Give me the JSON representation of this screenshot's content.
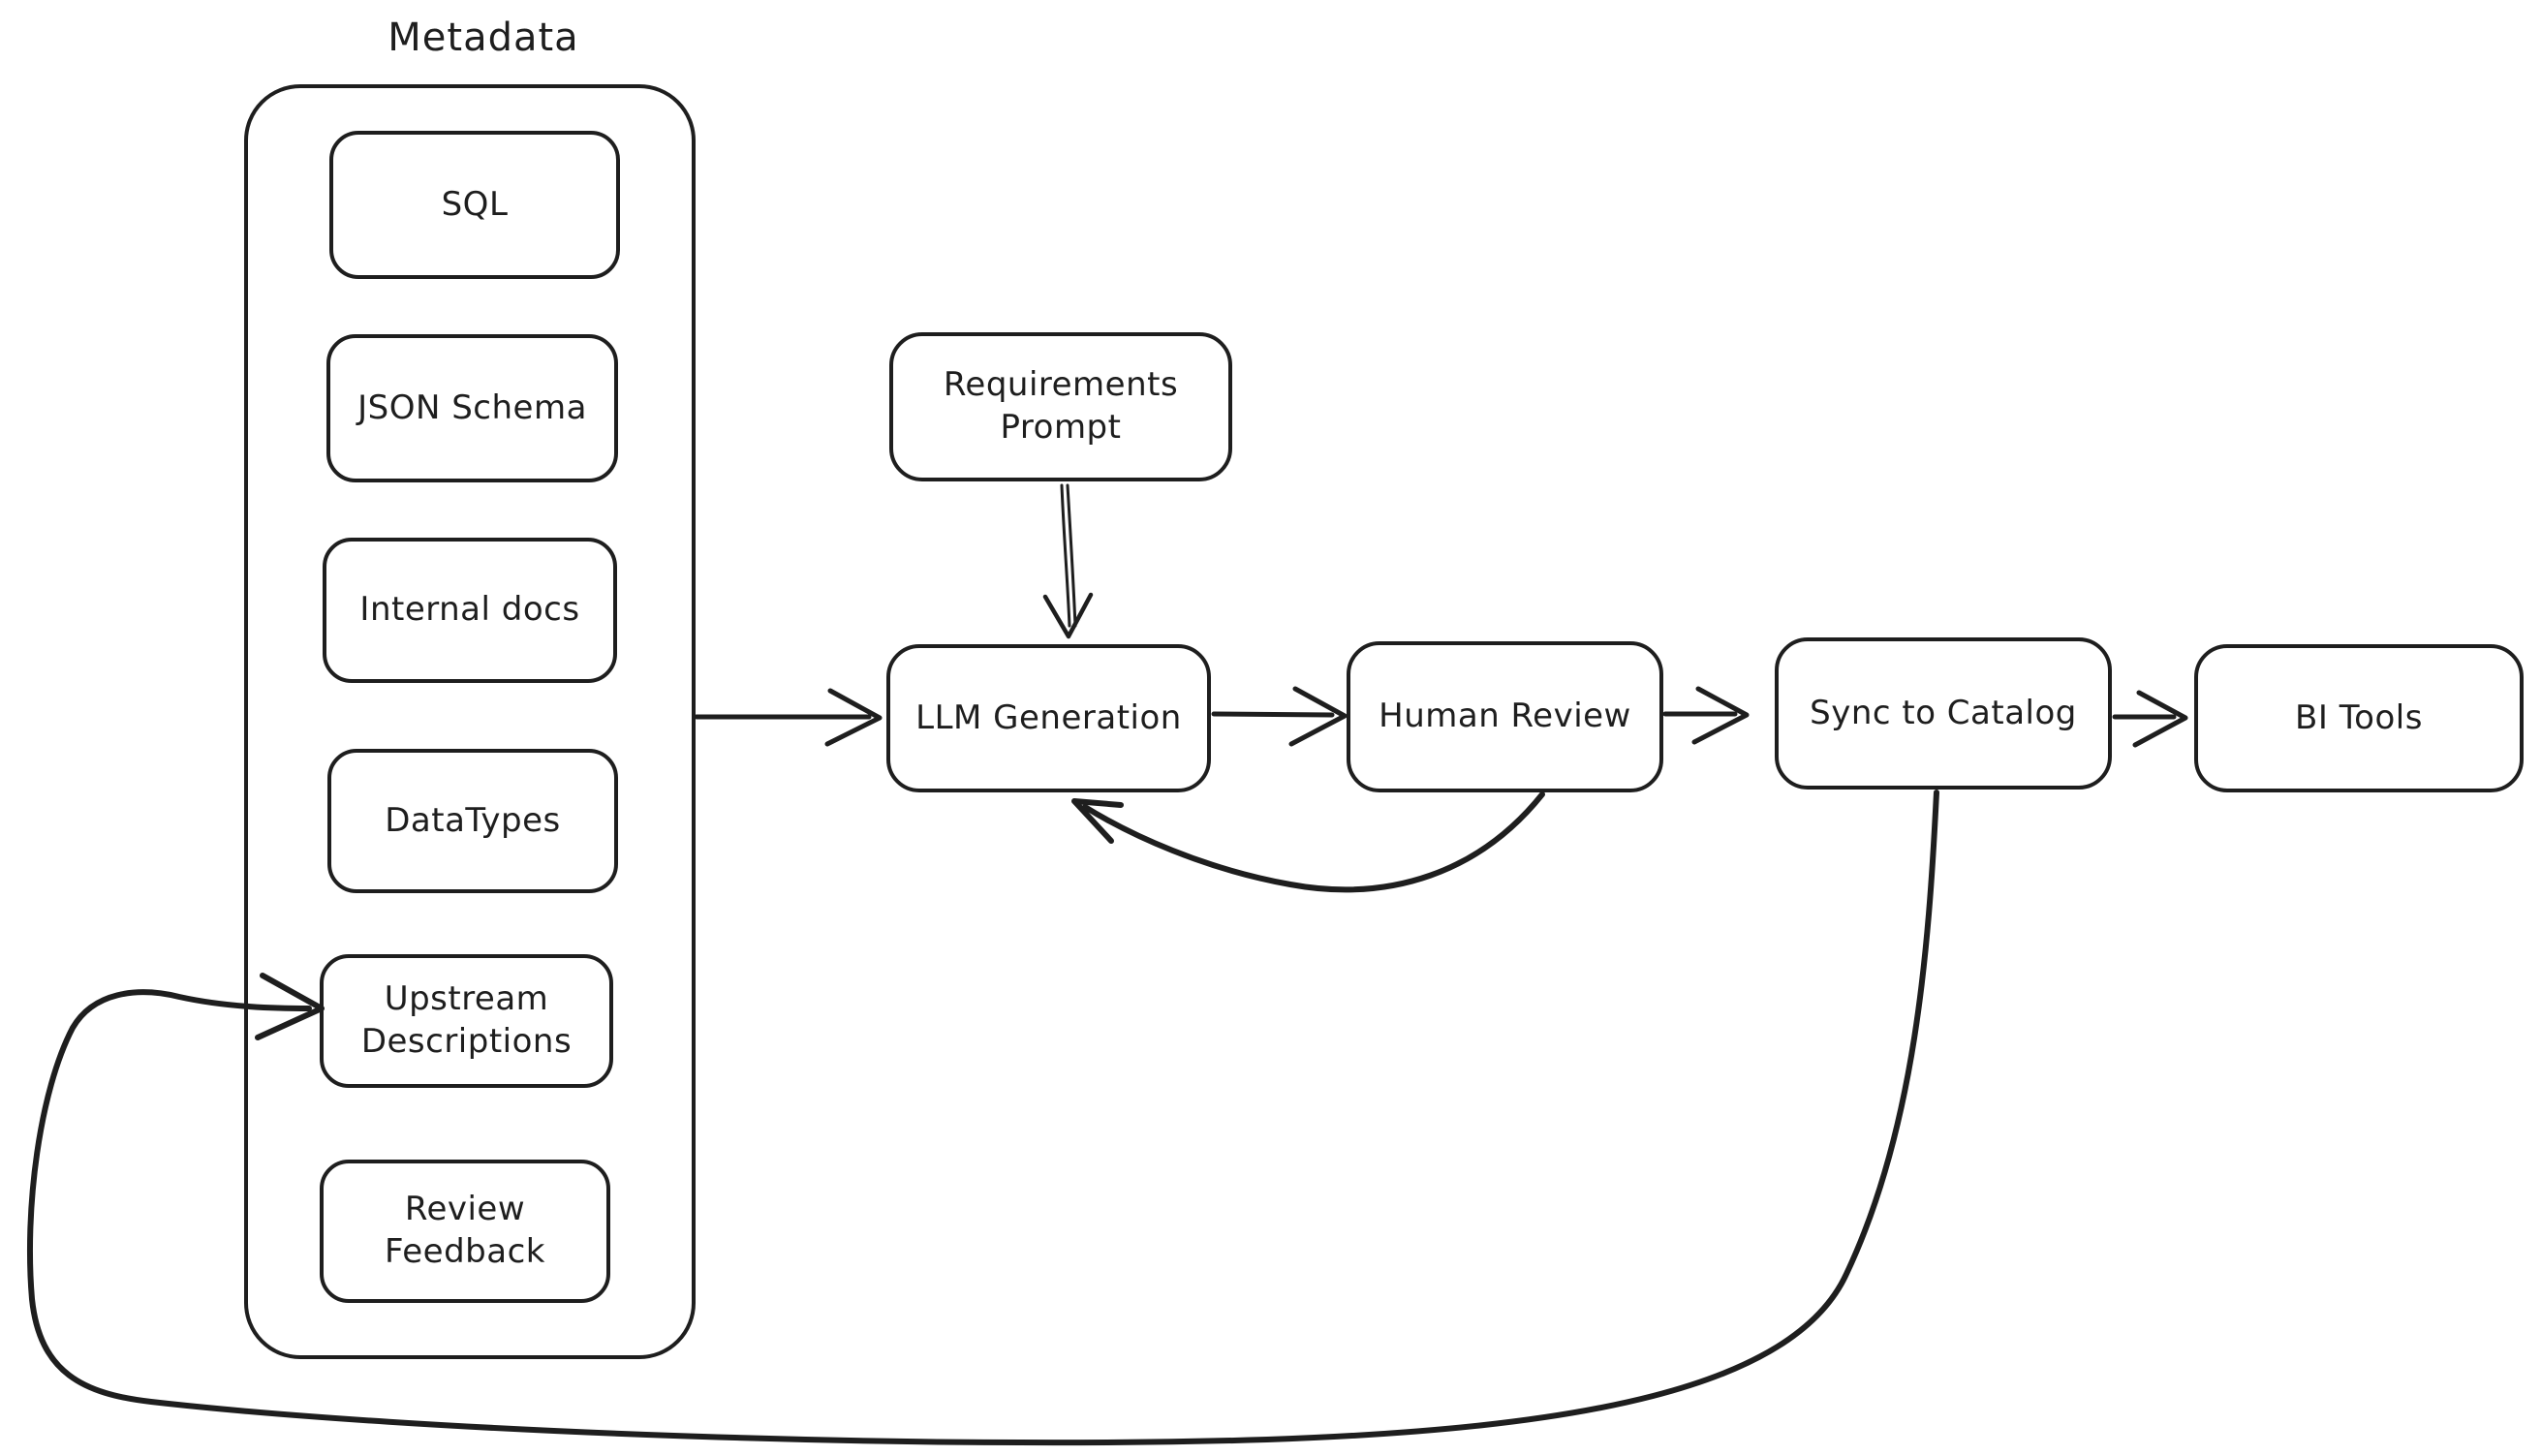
{
  "diagram": {
    "type": "flowchart",
    "style": "hand-drawn-sketch",
    "colors": {
      "stroke": "#1e1e1e",
      "background": "#ffffff"
    },
    "group": {
      "title": "Metadata",
      "items": [
        "SQL",
        "JSON Schema",
        "Internal docs",
        "DataTypes",
        "Upstream Descriptions",
        "Review Feedback"
      ]
    },
    "flow": [
      "Requirements Prompt",
      "LLM Generation",
      "Human Review",
      "Sync to Catalog",
      "BI Tools"
    ],
    "edges": [
      {
        "from": "Requirements Prompt",
        "to": "LLM Generation",
        "kind": "straight-down"
      },
      {
        "from": "Metadata",
        "to": "LLM Generation",
        "kind": "straight-right"
      },
      {
        "from": "LLM Generation",
        "to": "Human Review",
        "kind": "straight-right"
      },
      {
        "from": "Human Review",
        "to": "Sync to Catalog",
        "kind": "straight-right"
      },
      {
        "from": "Sync to Catalog",
        "to": "BI Tools",
        "kind": "straight-right"
      },
      {
        "from": "Human Review",
        "to": "LLM Generation",
        "kind": "curved-feedback-below"
      },
      {
        "from": "Sync to Catalog",
        "to": "Upstream Descriptions",
        "kind": "long-loop-around-bottom-left"
      }
    ]
  }
}
